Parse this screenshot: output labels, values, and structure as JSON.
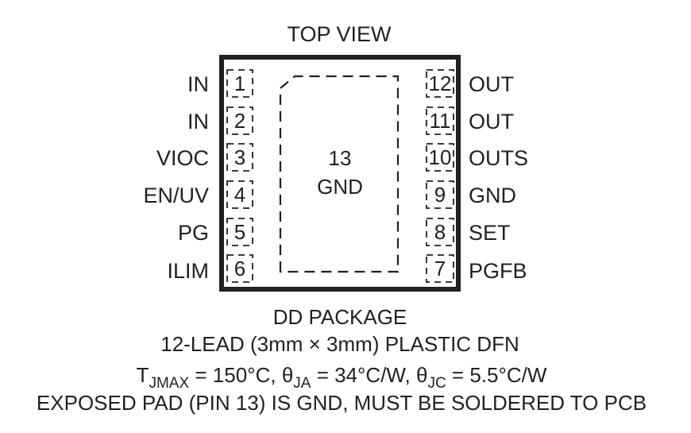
{
  "title": "TOP VIEW",
  "left_pins": [
    {
      "num": "1",
      "label": "IN"
    },
    {
      "num": "2",
      "label": "IN"
    },
    {
      "num": "3",
      "label": "VIOC"
    },
    {
      "num": "4",
      "label": "EN/UV"
    },
    {
      "num": "5",
      "label": "PG"
    },
    {
      "num": "6",
      "label": "ILIM"
    }
  ],
  "right_pins": [
    {
      "num": "12",
      "label": "OUT"
    },
    {
      "num": "11",
      "label": "OUT"
    },
    {
      "num": "10",
      "label": "OUTS"
    },
    {
      "num": "9",
      "label": "GND"
    },
    {
      "num": "8",
      "label": "SET"
    },
    {
      "num": "7",
      "label": "PGFB"
    }
  ],
  "exposed_pad": {
    "num": "13",
    "label": "GND"
  },
  "package": {
    "name": "DD PACKAGE",
    "description": "12-LEAD (3mm × 3mm) PLASTIC DFN"
  },
  "thermal": {
    "tjmax_symbol": "T",
    "tjmax_sub": "JMAX",
    "tjmax_value": " = 150°C, ",
    "theta_ja_symbol": "θ",
    "theta_ja_sub": "JA",
    "theta_ja_value": " = 34°C/W, ",
    "theta_jc_symbol": "θ",
    "theta_jc_sub": "JC",
    "theta_jc_value": " = 5.5°C/W"
  },
  "note": "EXPOSED PAD (PIN 13) IS GND, MUST BE SOLDERED TO PCB"
}
